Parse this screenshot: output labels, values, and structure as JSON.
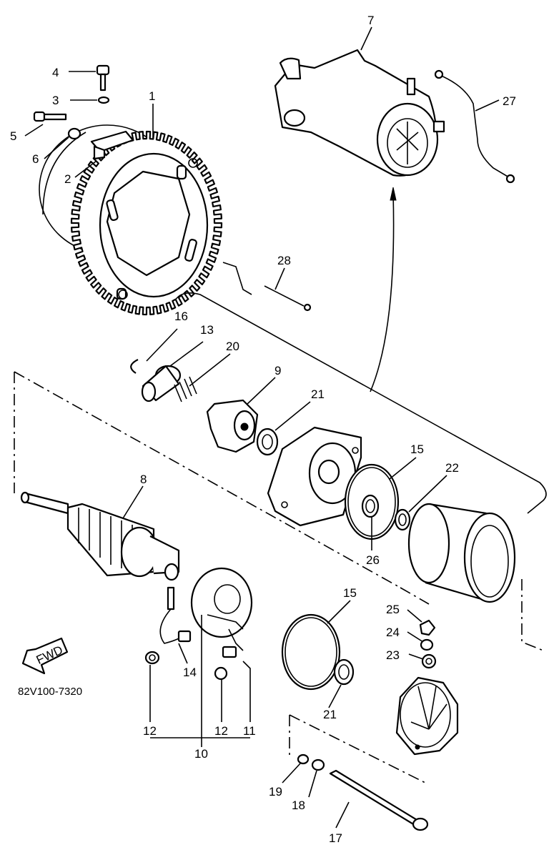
{
  "diagram_code": "82V100-7320",
  "fwd_label": "FWD",
  "callouts": [
    {
      "id": "c4",
      "text": "4"
    },
    {
      "id": "c3",
      "text": "3"
    },
    {
      "id": "c5",
      "text": "5"
    },
    {
      "id": "c6",
      "text": "6"
    },
    {
      "id": "c2",
      "text": "2"
    },
    {
      "id": "c1",
      "text": "1"
    },
    {
      "id": "c7",
      "text": "7"
    },
    {
      "id": "c27",
      "text": "27"
    },
    {
      "id": "c28",
      "text": "28"
    },
    {
      "id": "c16",
      "text": "16"
    },
    {
      "id": "c13",
      "text": "13"
    },
    {
      "id": "c20",
      "text": "20"
    },
    {
      "id": "c9",
      "text": "9"
    },
    {
      "id": "c21a",
      "text": "21"
    },
    {
      "id": "c15a",
      "text": "15"
    },
    {
      "id": "c22",
      "text": "22"
    },
    {
      "id": "c26",
      "text": "26"
    },
    {
      "id": "c8",
      "text": "8"
    },
    {
      "id": "c15b",
      "text": "15"
    },
    {
      "id": "c25",
      "text": "25"
    },
    {
      "id": "c24",
      "text": "24"
    },
    {
      "id": "c23",
      "text": "23"
    },
    {
      "id": "c14",
      "text": "14"
    },
    {
      "id": "c21b",
      "text": "21"
    },
    {
      "id": "c12a",
      "text": "12"
    },
    {
      "id": "c12b",
      "text": "12"
    },
    {
      "id": "c11",
      "text": "11"
    },
    {
      "id": "c10",
      "text": "10"
    },
    {
      "id": "c19",
      "text": "19"
    },
    {
      "id": "c18",
      "text": "18"
    },
    {
      "id": "c17",
      "text": "17"
    }
  ]
}
